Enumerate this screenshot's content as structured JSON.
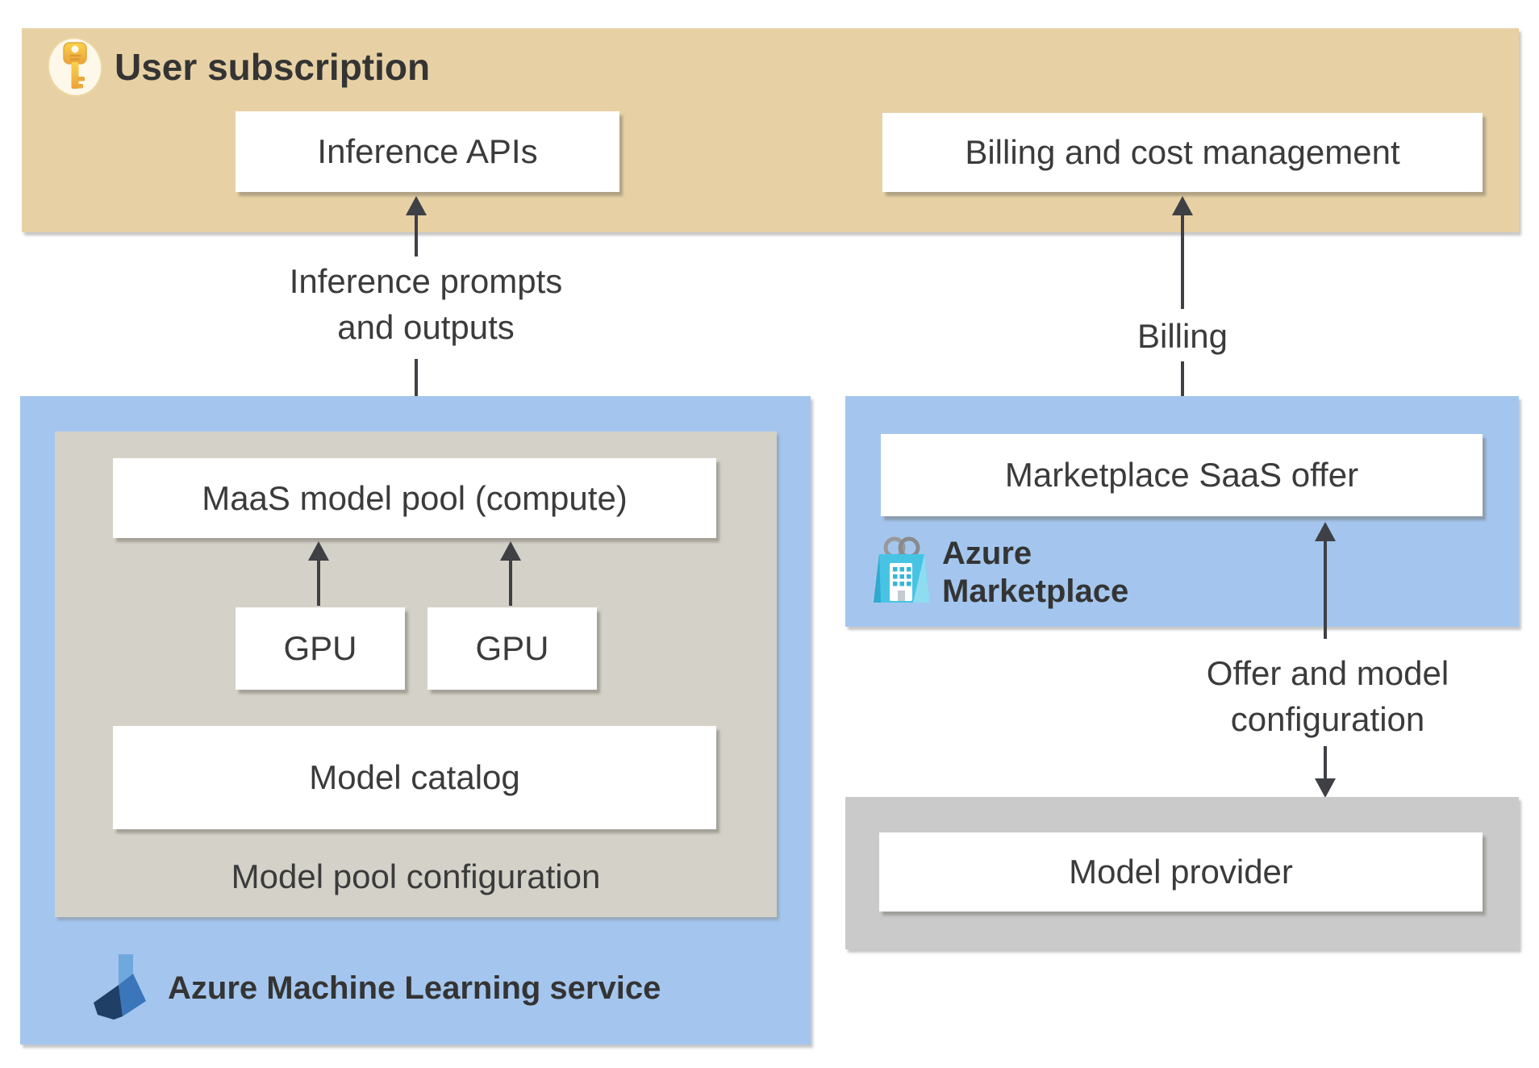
{
  "colors": {
    "tan_panel": "#e7d1a4",
    "blue_panel": "#a4c6ee",
    "warm_gray_panel": "#d4d1c8",
    "cool_gray_panel": "#cacaca",
    "white_box": "#ffffff",
    "text": "#3b3b3b",
    "arrow": "#3e4045"
  },
  "user_subscription": {
    "title": "User subscription",
    "icon": "key-icon",
    "inference_apis_box": "Inference APIs",
    "billing_box": "Billing and cost management"
  },
  "flows": {
    "inference_line1": "Inference prompts",
    "inference_line2": "and outputs",
    "billing": "Billing",
    "offer_line1": "Offer and model",
    "offer_line2": "configuration"
  },
  "aml_service": {
    "title": "Azure Machine Learning service",
    "icon": "aml-flask-icon",
    "model_pool": {
      "label": "Model pool configuration",
      "maas_box": "MaaS model pool (compute)",
      "gpu_box_1": "GPU",
      "gpu_box_2": "GPU",
      "model_catalog_box": "Model catalog"
    }
  },
  "marketplace": {
    "title_line1": "Azure",
    "title_line2": "Marketplace",
    "icon": "shopping-bag-icon",
    "saas_offer_box": "Marketplace SaaS offer"
  },
  "model_provider": {
    "box": "Model provider"
  }
}
